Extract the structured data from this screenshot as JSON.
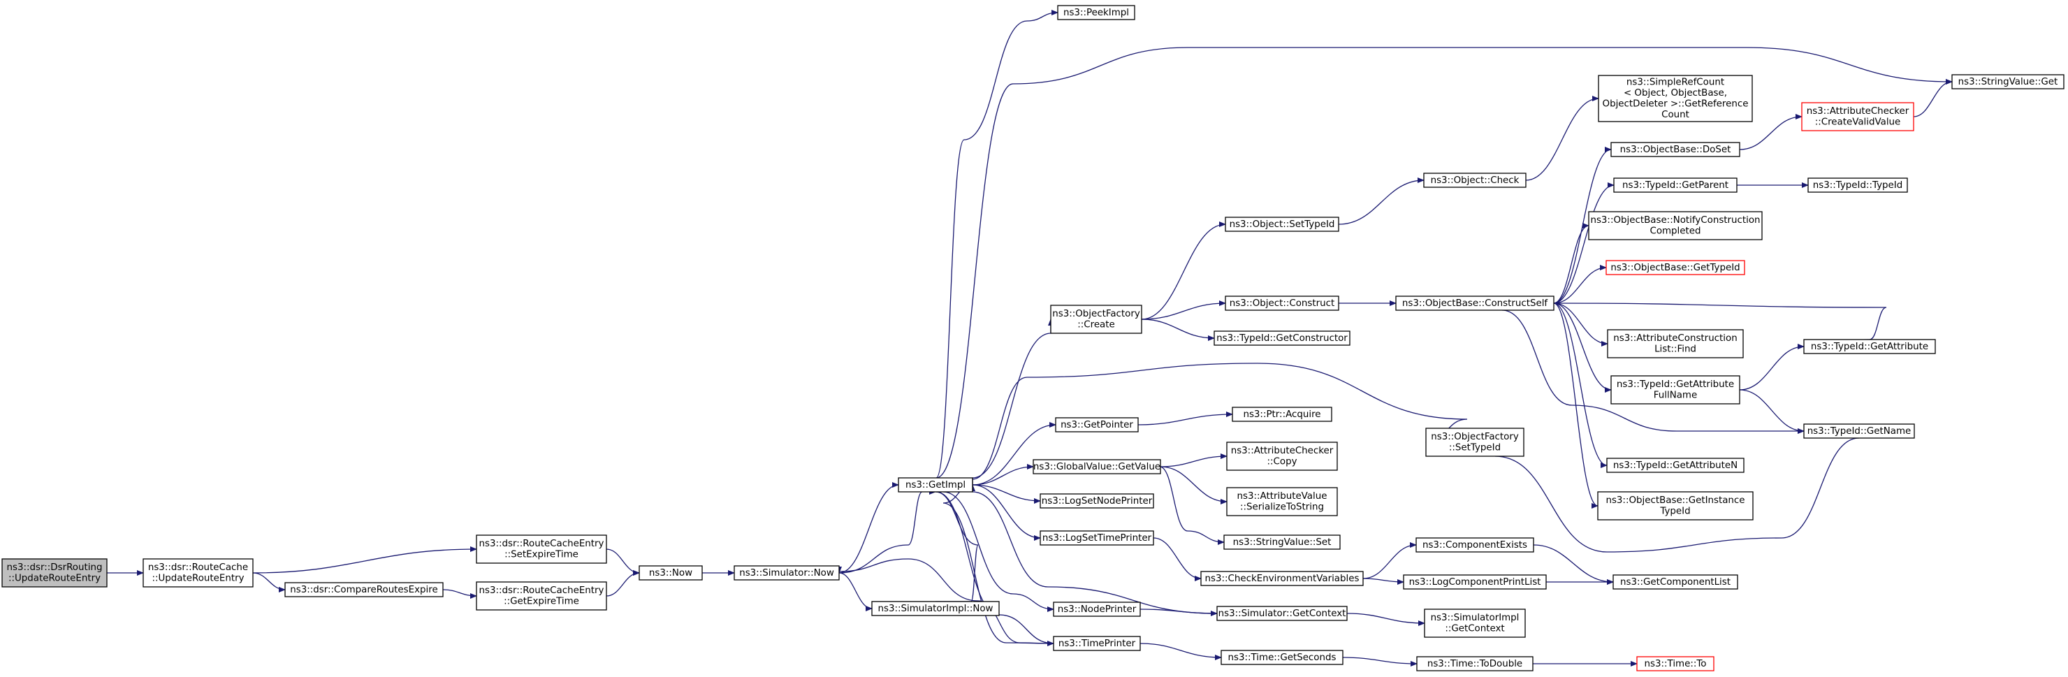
{
  "colors": {
    "edge": "#191970",
    "node_border": "#000000",
    "node_fill": "#ffffff",
    "root_fill": "#bfbfbf",
    "truncated_border": "#ff0000"
  },
  "nodes": {
    "n_root": [
      "ns3::dsr::DsrRouting",
      "::UpdateRouteEntry"
    ],
    "n_cache_update": [
      "ns3::dsr::RouteCache",
      "::UpdateRouteEntry"
    ],
    "n_set_expire": [
      "ns3::dsr::RouteCacheEntry",
      "::SetExpireTime"
    ],
    "n_compare": [
      "ns3::dsr::CompareRoutesExpire"
    ],
    "n_get_expire": [
      "ns3::dsr::RouteCacheEntry",
      "::GetExpireTime"
    ],
    "n_now": [
      "ns3::Now"
    ],
    "n_sim_now": [
      "ns3::Simulator::Now"
    ],
    "n_getimpl": [
      "ns3::GetImpl"
    ],
    "n_simimpl_now": [
      "ns3::SimulatorImpl::Now"
    ],
    "n_peekimpl": [
      "ns3::PeekImpl"
    ],
    "n_objfactory_create": [
      "ns3::ObjectFactory",
      "::Create"
    ],
    "n_getpointer": [
      "ns3::GetPointer"
    ],
    "n_globalvalue": [
      "ns3::GlobalValue::GetValue"
    ],
    "n_lognodeprinter": [
      "ns3::LogSetNodePrinter"
    ],
    "n_logtimeprinter": [
      "ns3::LogSetTimePrinter"
    ],
    "n_nodeprinter": [
      "ns3::NodePrinter"
    ],
    "n_timeprinter": [
      "ns3::TimePrinter"
    ],
    "n_settypeid": [
      "ns3::Object::SetTypeId"
    ],
    "n_construct": [
      "ns3::Object::Construct"
    ],
    "n_getconstructor": [
      "ns3::TypeId::GetConstructor"
    ],
    "n_ptr_acquire": [
      "ns3::Ptr::Acquire"
    ],
    "n_attrchecker_copy": [
      "ns3::AttributeChecker",
      "::Copy"
    ],
    "n_attrvalue_ser": [
      "ns3::AttributeValue",
      "::SerializeToString"
    ],
    "n_stringvalue_set": [
      "ns3::StringValue::Set"
    ],
    "n_checkenv": [
      "ns3::CheckEnvironmentVariables"
    ],
    "n_sim_getcontext": [
      "ns3::Simulator::GetContext"
    ],
    "n_time_getseconds": [
      "ns3::Time::GetSeconds"
    ],
    "n_object_check": [
      "ns3::Object::Check"
    ],
    "n_constructself": [
      "ns3::ObjectBase::ConstructSelf"
    ],
    "n_of_settypeid": [
      "ns3::ObjectFactory",
      "::SetTypeId"
    ],
    "n_compexists": [
      "ns3::ComponentExists"
    ],
    "n_logcomplist": [
      "ns3::LogComponentPrintList"
    ],
    "n_simimpl_getctx": [
      "ns3::SimulatorImpl",
      "::GetContext"
    ],
    "n_todouble": [
      "ns3::Time::ToDouble"
    ],
    "n_simplerefcount": [
      "ns3::SimpleRefCount",
      "< Object, ObjectBase,",
      "ObjectDeleter >::GetReference",
      "Count"
    ],
    "n_doset": [
      "ns3::ObjectBase::DoSet"
    ],
    "n_getparent": [
      "ns3::TypeId::GetParent"
    ],
    "n_notifyconstr": [
      "ns3::ObjectBase::NotifyConstruction",
      "Completed"
    ],
    "n_ob_gettypeid": [
      "ns3::ObjectBase::GetTypeId"
    ],
    "n_attrconstrlist": [
      "ns3::AttributeConstruction",
      "List::Find"
    ],
    "n_getattrfullname": [
      "ns3::TypeId::GetAttribute",
      "FullName"
    ],
    "n_getattributen": [
      "ns3::TypeId::GetAttributeN"
    ],
    "n_getinstancetypeid": [
      "ns3::ObjectBase::GetInstance",
      "TypeId"
    ],
    "n_getcomplist": [
      "ns3::GetComponentList"
    ],
    "n_time_to": [
      "ns3::Time::To"
    ],
    "n_createvalidvalue": [
      "ns3::AttributeChecker",
      "::CreateValidValue"
    ],
    "n_typeid_typeid": [
      "ns3::TypeId::TypeId"
    ],
    "n_stringvalue_get": [
      "ns3::StringValue::Get"
    ],
    "n_typeid_getattribute": [
      "ns3::TypeId::GetAttribute"
    ],
    "n_typeid_getname": [
      "ns3::TypeId::GetName"
    ]
  }
}
